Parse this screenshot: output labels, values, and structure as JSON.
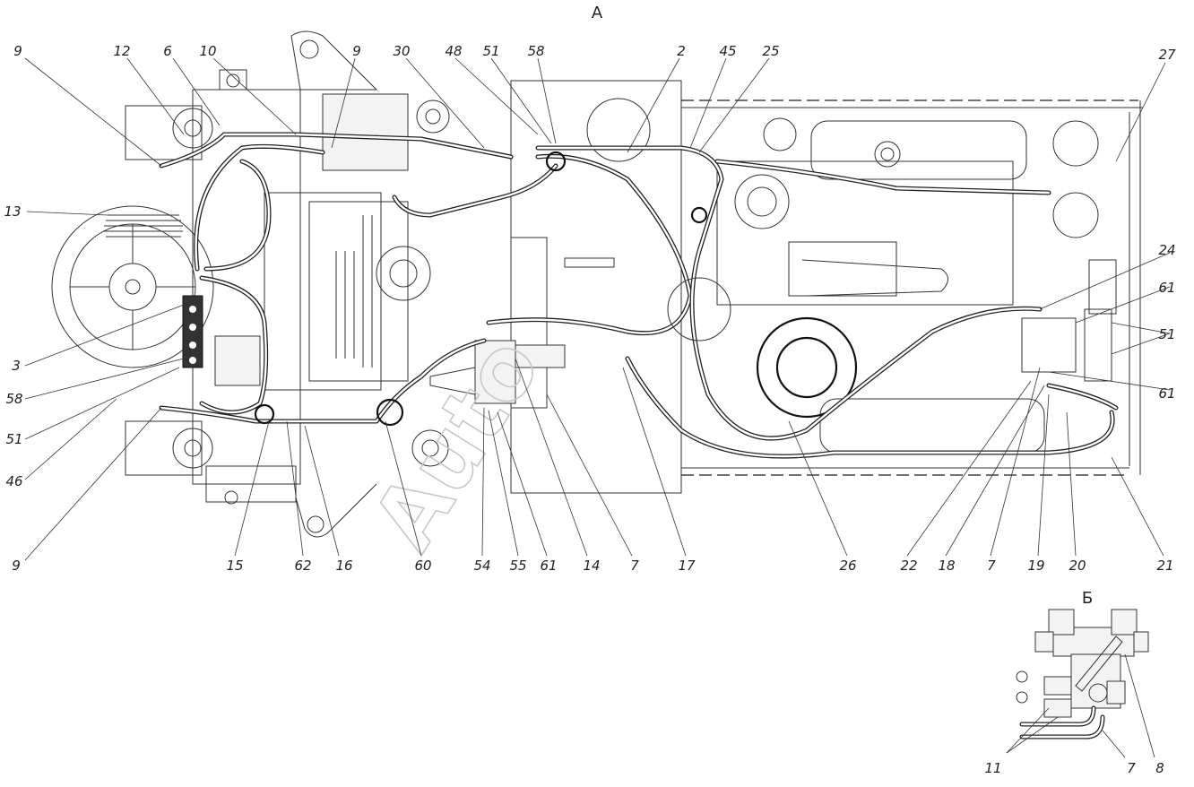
{
  "view_labels": {
    "main": "А",
    "detail": "Б"
  },
  "watermark": "Auto",
  "callouts": {
    "top": [
      "9",
      "12",
      "6",
      "10",
      "9",
      "30",
      "48",
      "51",
      "58",
      "2",
      "45",
      "25",
      "27"
    ],
    "left": [
      "13",
      "3",
      "58",
      "51",
      "46",
      "9"
    ],
    "right": [
      "24",
      "61",
      "51",
      "61"
    ],
    "bottom": [
      "15",
      "62",
      "16",
      "60",
      "54",
      "55",
      "61",
      "14",
      "7",
      "17",
      "26",
      "22",
      "18",
      "7",
      "19",
      "20",
      "21"
    ],
    "detail": [
      "11",
      "7",
      "8"
    ]
  }
}
